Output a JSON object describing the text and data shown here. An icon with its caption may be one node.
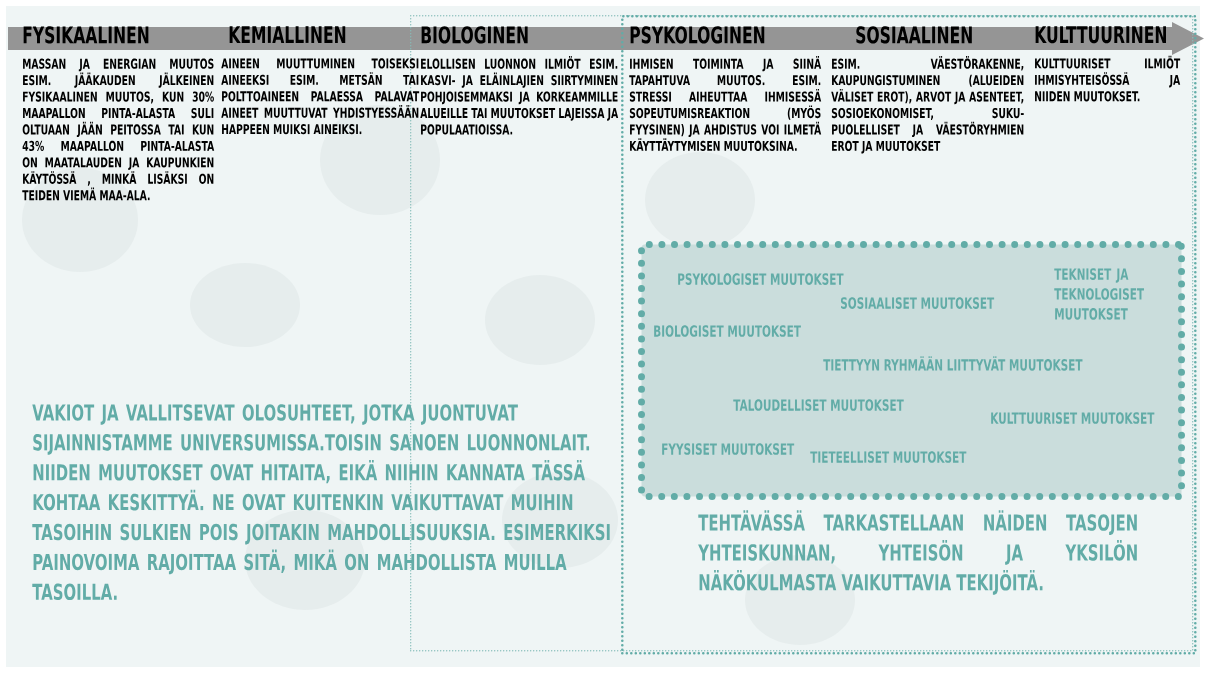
{
  "diagram": {
    "nodes": [
      {
        "text": [],
        "shape": "box"
      },
      {
        "text": [],
        "shape": "box",
        "in": 0
      },
      {
        "text": [
          "FYSIKAALINEN",
          "MASSAN JA ENERGIAN MUUTOS ESIM. JÄÄKAUDEN JÄLKEINEN FYSIKAALINEN MUUTOS, KUN 30% MAAPALLON PINTA-ALASTA SULI OLTUAAN JÄÄN PEITOSSA TAI KUN 43% MAAPALLON PINTA-ALASTA ON MAATALAUDEN JA KAUPUNKIEN KÄYTÖSSÄ , MINKÄ LISÄKSI ON TEIDEN VIEMÄ MAA-ALA."
        ]
      },
      {
        "text": [
          "KEMIALLINEN",
          "AINEEN MUUTTUMINEN TOISEKSI AINEEKSI ESIM. METSÄN TAI POLTTOAINEEN PALAESSA PALAVAT AINEET MUUTTUVAT YHDISTYESSÄÄN HAPPEEN MUIKSI AINEIKSI."
        ]
      },
      {
        "text": [
          "BIOLOGINEN",
          "ELOLLISEN LUONNON ILMIÖT ESIM. KASVI- JA ELÄINLAJIEN SIIRTYMINEN POHJOISEMMAKSI JA KORKEAMMILLE ALUEILLE TAI MUUTOKSET LAJEISSA JA POPULAATIOISSA."
        ],
        "in": 0
      },
      {
        "text": [
          "PSYKOLOGINEN",
          "IHMISEN TOIMINTA JA SIINÄ TAPAHTUVA MUUTOS. ESIM. STRESSI AIHEUTTAA IHMISESSÄ SOPEUTUMISREAKTION (MYÖS FYYSINEN) JA AHDISTUS VOI ILMETÄ KÄYTTÄYTYMISEN MUUTOKSINA."
        ],
        "in": 1
      },
      {
        "text": [
          "SOSIAALINEN",
          "ESIM. VÄESTÖRAKENNE, KAUPUNGISTUMINEN (ALUEIDEN VÄLISET EROT), ARVOT JA ASENTEET, SOSIOEKONOMISET, SUKU-PUOLELLISET JA VÄESTÖRYHMIEN EROT JA MUUTOKSET"
        ],
        "in": 1
      },
      {
        "text": [
          "KULTTUURINEN",
          "KULTTUURISET ILMIÖT IHMISYHTEISÖSSÄ JA NIIDEN MUUTOKSET."
        ],
        "in": 1
      },
      {
        "text": [
          "PSYKOLOGISET MUUTOKSET",
          "SOSIAALISET MUUTOKSET",
          "TEKNISET JA TEKNOLOGISET MUUTOKSET",
          "BIOLOGISET MUUTOKSET",
          "TIETTYYN RYHMÄÄN LIITTYVÄT MUUTOKSET",
          "TALOUDELLISET MUUTOKSET",
          "KULTTUURISET MUUTOKSET",
          "FYYSISET MUUTOKSET",
          "TIETEELLISET MUUTOKSET"
        ],
        "in": 1
      }
    ],
    "labels": [
      "VAKIOT JA VALLITSEVAT OLOSUHTEET, JOTKA JUONTUVAT SIJAINNISTAMME UNIVERSUMISSA.TOISIN SANOEN LUONNONLAIT. NIIDEN MUUTOKSET OVAT HITAITA, EIKÄ NIIHIN KANNATA TÄSSÄ KOHTAA KESKITTYÄ. NE OVAT KUITENKIN VAIKUTTAVAT MUIHIN TASOIHIN SULKIEN POIS JOITAKIN MAHDOLLISUUKSIA. ESIMERKIKSI PAINOVOIMA RAJOITTAA SITÄ, MIKÄ ON MAHDOLLISTA MUILLA TASOILLA.",
      "TEHTÄVÄSSÄ TARKASTELLAAN NÄIDEN TASOJEN YHTEISKUNNAN, YHTEISÖN JA YKSILÖN NÄKÖKULMASTA VAIKUTTAVIA TEKIJÖITÄ."
    ]
  }
}
